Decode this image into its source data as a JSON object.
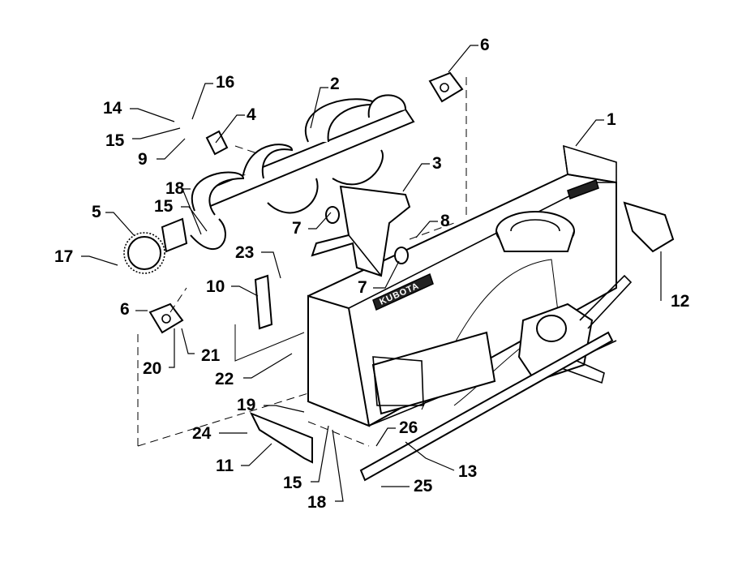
{
  "brand_plate_text": "KUBOTA",
  "callouts": [
    {
      "id": "c1",
      "text": "1"
    },
    {
      "id": "c2",
      "text": "2"
    },
    {
      "id": "c3",
      "text": "3"
    },
    {
      "id": "c4",
      "text": "4"
    },
    {
      "id": "c5",
      "text": "5"
    },
    {
      "id": "c6a",
      "text": "6"
    },
    {
      "id": "c6b",
      "text": "6"
    },
    {
      "id": "c7a",
      "text": "7"
    },
    {
      "id": "c7b",
      "text": "7"
    },
    {
      "id": "c8",
      "text": "8"
    },
    {
      "id": "c9",
      "text": "9"
    },
    {
      "id": "c10",
      "text": "10"
    },
    {
      "id": "c11",
      "text": "11"
    },
    {
      "id": "c12",
      "text": "12"
    },
    {
      "id": "c13",
      "text": "13"
    },
    {
      "id": "c14",
      "text": "14"
    },
    {
      "id": "c15a",
      "text": "15"
    },
    {
      "id": "c15b",
      "text": "15"
    },
    {
      "id": "c15c",
      "text": "15"
    },
    {
      "id": "c16",
      "text": "16"
    },
    {
      "id": "c17",
      "text": "17"
    },
    {
      "id": "c18a",
      "text": "18"
    },
    {
      "id": "c18b",
      "text": "18"
    },
    {
      "id": "c19",
      "text": "19"
    },
    {
      "id": "c20",
      "text": "20"
    },
    {
      "id": "c21",
      "text": "21"
    },
    {
      "id": "c22",
      "text": "22"
    },
    {
      "id": "c23",
      "text": "23"
    },
    {
      "id": "c24",
      "text": "24"
    },
    {
      "id": "c25",
      "text": "25"
    },
    {
      "id": "c26",
      "text": "26"
    }
  ]
}
